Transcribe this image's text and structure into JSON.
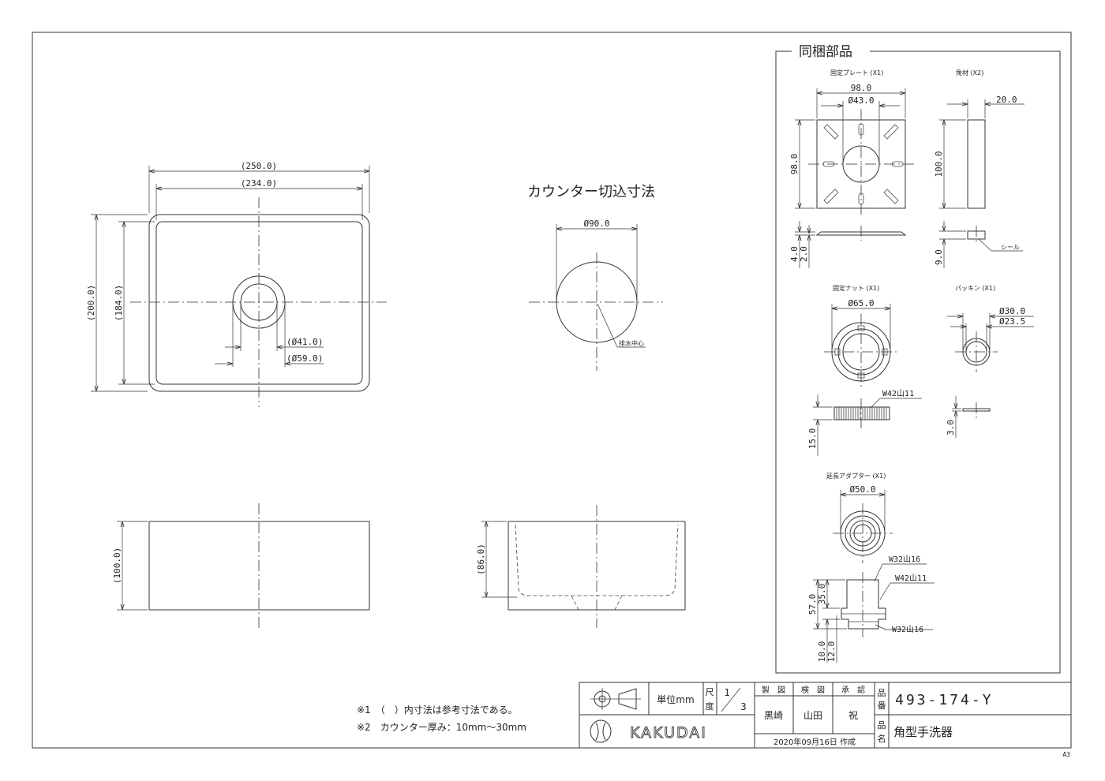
{
  "views": {
    "top": {
      "outer_width": "(250.0)",
      "inner_width": "(234.0)",
      "outer_depth": "(200.0)",
      "inner_depth": "(184.0)",
      "drain_inner": "(Ø41.0)",
      "drain_outer": "(Ø59.0)"
    },
    "front": {
      "height": "(100.0)"
    },
    "section": {
      "bowl_depth": "(86.0)"
    },
    "cutout": {
      "title": "カウンター切込寸法",
      "diameter": "Ø90.0",
      "center_label": "排水中心"
    }
  },
  "parts": {
    "heading": "同梱部品",
    "plate": {
      "title": "固定プレート (X1)",
      "width": "98.0",
      "hole": "Ø43.0",
      "height": "98.0",
      "thick_a": "4.0",
      "thick_b": "2.0"
    },
    "block": {
      "title": "角材 (X2)",
      "width": "20.0",
      "height": "100.0",
      "thick": "9.0",
      "seal": "シール"
    },
    "nut": {
      "title": "固定ナット (X1)",
      "diameter": "Ø65.0",
      "thread": "W42山11",
      "height": "15.0"
    },
    "packing": {
      "title": "パッキン (X1)",
      "outer": "Ø30.0",
      "inner": "Ø23.5",
      "thick": "3.0"
    },
    "adapter": {
      "title": "延長アダプター (X1)",
      "diameter": "Ø50.0",
      "thread_top": "W32山16",
      "thread_mid": "W42山11",
      "thread_bottom": "W32山16",
      "h_total": "57.0",
      "h_upper": "35.0",
      "h_a": "10.0",
      "h_b": "12.0"
    }
  },
  "notes": [
    "※1　（　）内寸法は参考寸法である。",
    "※2　カウンター厚み：10mm～30mm"
  ],
  "title_block": {
    "unit_label": "単位mm",
    "scale_label_a": "尺",
    "scale_label_b": "度",
    "scale_num": "1",
    "scale_den": "3",
    "made_label": "製　図",
    "check_label": "検　図",
    "approve_label": "承　認",
    "made_by": "黒崎",
    "checked_by": "山田",
    "approved_by": "祝",
    "date": "2020年09月16日 作成",
    "part_no_label_a": "品",
    "part_no_label_b": "番",
    "part_no": "493-174-Y",
    "part_name_label_a": "品",
    "part_name_label_b": "名",
    "part_name": "角型手洗器",
    "brand": "KAKUDAI",
    "sheet": "A3"
  }
}
